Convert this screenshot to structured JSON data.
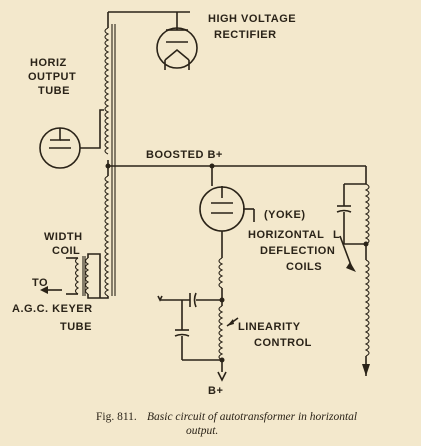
{
  "labels": {
    "high_voltage_rectifier": [
      "HIGH VOLTAGE",
      "RECTIFIER"
    ],
    "horiz_output_tube": [
      "HORIZ",
      "OUTPUT",
      "TUBE"
    ],
    "boosted_b_plus": "BOOSTED B+",
    "yoke": "(YOKE)",
    "horizontal_deflection_coils": [
      "HORIZONTAL",
      "DEFLECTION",
      "COILS"
    ],
    "width_coil": [
      "WIDTH",
      "COIL"
    ],
    "to_agc_keyer_tube": [
      "TO",
      "A.G.C. KEYER",
      "TUBE"
    ],
    "linearity_control": [
      "LINEARITY",
      "CONTROL"
    ],
    "b_plus_bottom": "B+",
    "l_label": "L"
  },
  "caption": {
    "fig_number": "Fig. 811.",
    "line1": "Basic circuit of autotransformer in horizontal",
    "line2": "output."
  },
  "colors": {
    "ink": "#2a2318",
    "paper": "#f3e8cc"
  }
}
